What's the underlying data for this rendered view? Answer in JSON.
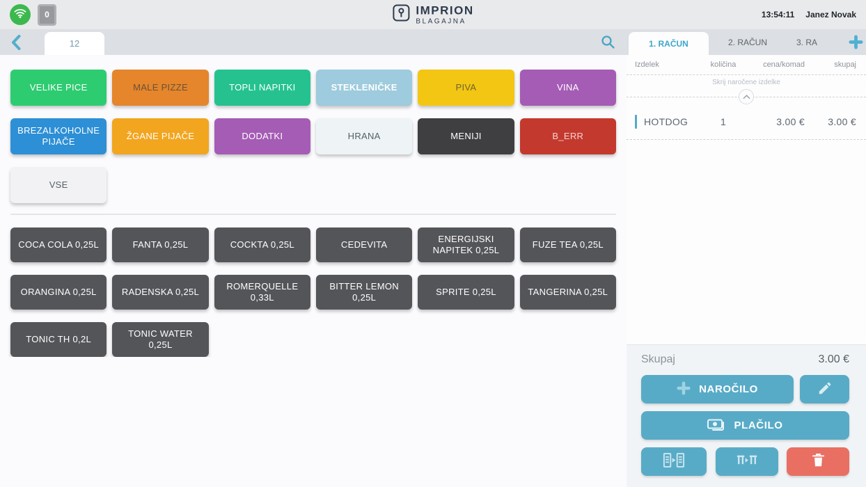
{
  "topbar": {
    "notifications_badge": "0",
    "logo": {
      "title": "IMPRION",
      "subtitle": "BLAGAJNA"
    },
    "clock": "13:54:11",
    "user": "Janez Novak"
  },
  "left": {
    "active_tab": "12"
  },
  "categories": [
    {
      "label": "VELIKE PICE",
      "bg": "#2ecc71",
      "fg": "#ffffff"
    },
    {
      "label": "MALE PIZZE",
      "bg": "#e5852c",
      "fg": "#6b5236"
    },
    {
      "label": "TOPLI NAPITKI",
      "bg": "#25c290",
      "fg": "#ffffff"
    },
    {
      "label": "STEKLENIČKE",
      "bg": "#9ecbdd",
      "fg": "#ffffff",
      "weight": "bold"
    },
    {
      "label": "PIVA",
      "bg": "#f3c613",
      "fg": "#6b6430"
    },
    {
      "label": "VINA",
      "bg": "#a55cb5",
      "fg": "#ffffff"
    },
    {
      "label": "BREZALKOHOLNE PIJAČE",
      "bg": "#2d8fd5",
      "fg": "#ffffff"
    },
    {
      "label": "ŽGANE PIJAČE",
      "bg": "#f2a51f",
      "fg": "#ffffff"
    },
    {
      "label": "DODATKI",
      "bg": "#a55cb5",
      "fg": "#ffffff"
    },
    {
      "label": "HRANA",
      "bg": "#eef3f5",
      "fg": "#55606a"
    },
    {
      "label": "MENIJI",
      "bg": "#3f3f41",
      "fg": "#ffffff"
    },
    {
      "label": "B_ERR",
      "bg": "#c4392e",
      "fg": "#f2d4d1"
    },
    {
      "label": "VSE",
      "bg": "#f2f2f4",
      "fg": "#55606a"
    }
  ],
  "products": [
    "COCA COLA 0,25L",
    "FANTA 0,25L",
    "COCKTA 0,25L",
    "CEDEVITA",
    "ENERGIJSKI NAPITEK 0,25L",
    "FUZE TEA 0,25L",
    "ORANGINA 0,25L",
    "RADENSKA 0,25L",
    "ROMERQUELLE 0,33L",
    "BITTER LEMON 0,25L",
    "SPRITE 0,25L",
    "TANGERINA 0,25L",
    "TONIC TH 0,2L",
    "TONIC WATER 0,25L"
  ],
  "receipt": {
    "tabs": [
      {
        "label": "1. RAČUN"
      },
      {
        "label": "2. RAČUN"
      },
      {
        "label": "3. RA"
      }
    ],
    "columns": {
      "item": "Izdelek",
      "qty": "količina",
      "unit_price": "cena/komad",
      "total": "skupaj"
    },
    "hide_ordered_label": "Skrij naročene izdelke",
    "items": [
      {
        "name": "HOTDOG",
        "qty": "1",
        "unit_price": "3.00 €",
        "total": "3.00 €"
      }
    ],
    "summary_label": "Skupaj",
    "summary_value": "3.00 €",
    "actions": {
      "order": "NAROČILO",
      "payment": "PLAČILO"
    }
  },
  "colors": {
    "accent_teal": "#58abc7",
    "danger": "#e96f63",
    "online_green": "#3cb94e"
  }
}
